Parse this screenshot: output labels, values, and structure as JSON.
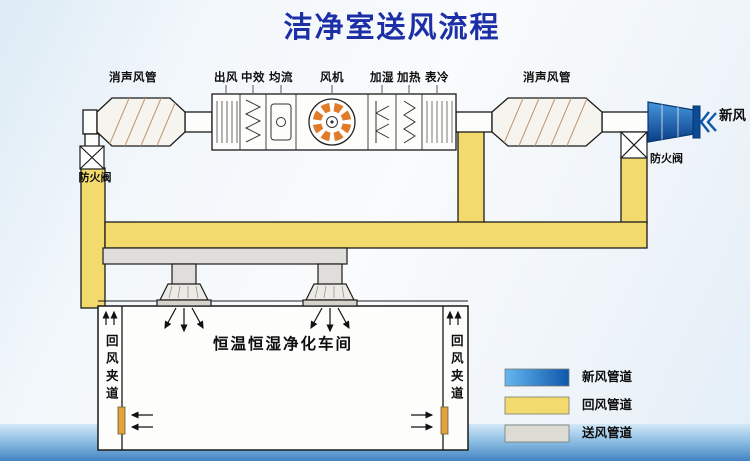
{
  "title": "洁净室送风流程",
  "ahu": {
    "labels": {
      "silencer_left": "消声风管",
      "outlet": "出风",
      "medium_filter": "中效",
      "flow_equalizer": "均流",
      "fan": "风机",
      "humidifier": "加湿",
      "heater": "加热",
      "surface_cooler": "表冷",
      "silencer_right": "消声风管"
    },
    "fresh_air_label": "新风",
    "fire_damper_left": "防火阀",
    "fire_damper_right": "防火阀"
  },
  "workshop": {
    "name_label": "恒温恒湿净化车间",
    "return_aisle_left": "回风夹道",
    "return_aisle_right": "回风夹道"
  },
  "legend": {
    "items": [
      {
        "label": "新风管道",
        "color": "#1565c0"
      },
      {
        "label": "回风管道",
        "color": "#f3da6d"
      },
      {
        "label": "送风管道",
        "color": "#dcdcd4"
      }
    ]
  },
  "colors": {
    "title": "#1d2fa6",
    "fresh_air_duct": "#1565c0",
    "return_air_duct": "#f3da6d",
    "supply_air_duct": "#e0deda",
    "fan_blades": "#e07b2a"
  }
}
